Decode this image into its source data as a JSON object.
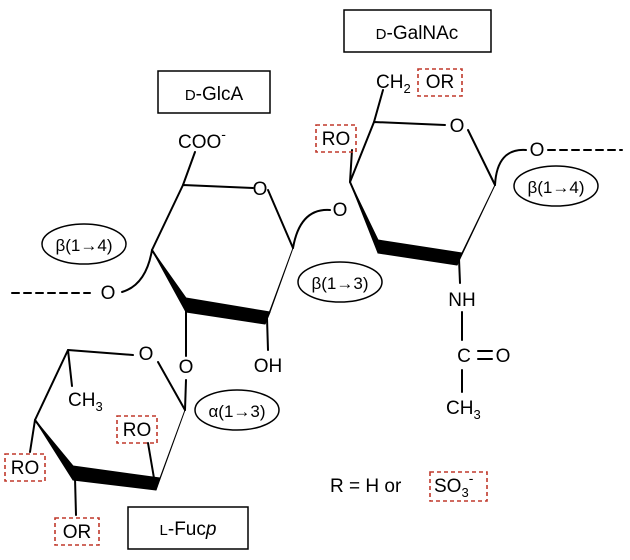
{
  "boxes": {
    "galnac": {
      "prefix": "D",
      "name": "GalNAc"
    },
    "glca": {
      "prefix": "D",
      "name": "GlcA"
    },
    "fuc": {
      "prefix": "L",
      "name": "Fuc",
      "suffix": "p"
    }
  },
  "linkages": {
    "beta14_left": "β(1→4)",
    "beta14_right": "β(1→4)",
    "beta13": "β(1→3)",
    "alpha13": "α(1→3)"
  },
  "atoms": {
    "oxygen": "O",
    "coo": "COO",
    "coo_charge": "-",
    "ch2": "CH",
    "ch2_sub": "2",
    "ro": "RO",
    "or": "OR",
    "oh": "OH",
    "nh": "NH",
    "c": "C",
    "ch3": "CH",
    "ch3_sub": "3"
  },
  "legend": {
    "lhs": "R = H or",
    "so3": "SO",
    "so3_sub": "3",
    "so3_charge": "-"
  }
}
